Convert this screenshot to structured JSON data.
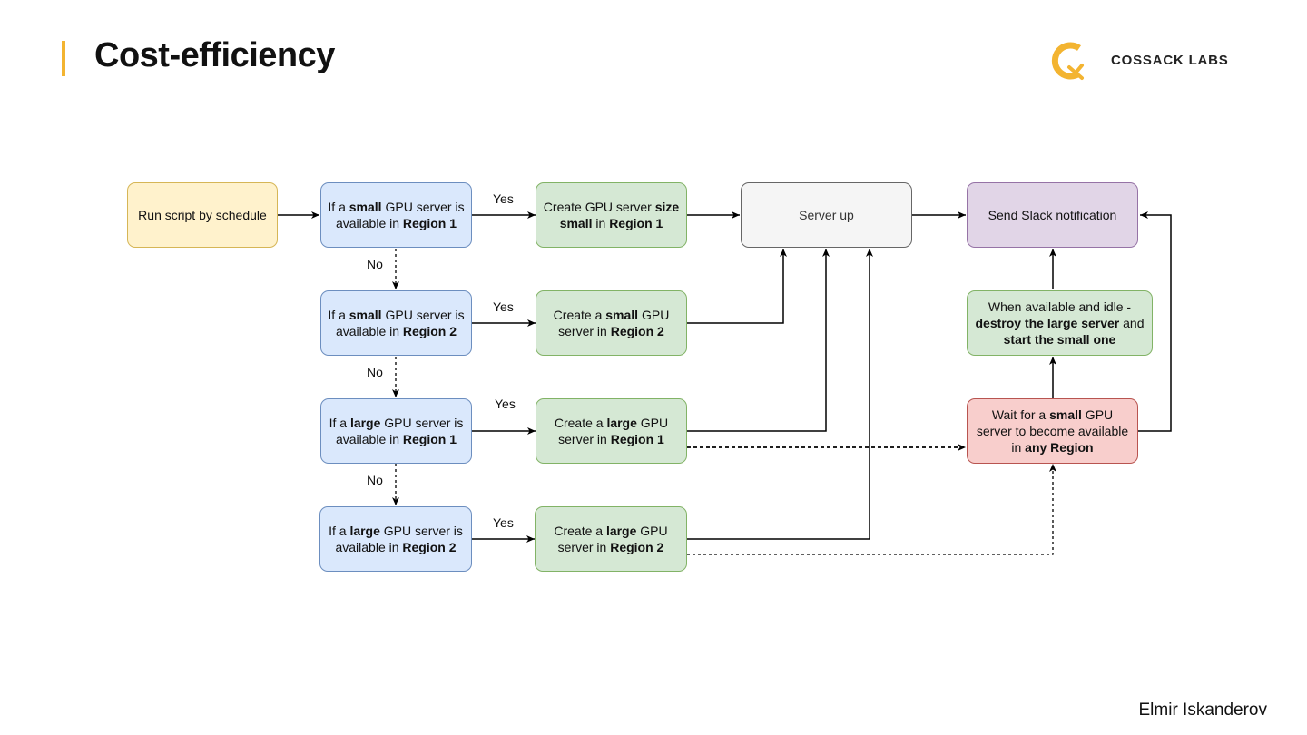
{
  "header": {
    "title": "Cost-efficiency",
    "brand": "COSSACK LABS",
    "accent_color": "#f3b431",
    "logo_icon": "cossack-labs-logo"
  },
  "footer": {
    "author": "Elmir Iskanderov"
  },
  "diagram": {
    "nodes": {
      "run": {
        "parts": [
          {
            "t": "Run script by schedule"
          }
        ]
      },
      "check1": {
        "parts": [
          {
            "t": "If a "
          },
          {
            "t": "small",
            "b": true
          },
          {
            "t": " GPU server is available in "
          },
          {
            "t": "Region 1",
            "b": true
          }
        ]
      },
      "check2": {
        "parts": [
          {
            "t": "If a "
          },
          {
            "t": "small",
            "b": true
          },
          {
            "t": " GPU server is available in "
          },
          {
            "t": "Region 2",
            "b": true
          }
        ]
      },
      "check3": {
        "parts": [
          {
            "t": "If a "
          },
          {
            "t": "large",
            "b": true
          },
          {
            "t": " GPU server is available in "
          },
          {
            "t": "Region 1",
            "b": true
          }
        ]
      },
      "check4": {
        "parts": [
          {
            "t": "If a "
          },
          {
            "t": "large",
            "b": true
          },
          {
            "t": " GPU server is available in "
          },
          {
            "t": "Region 2",
            "b": true
          }
        ]
      },
      "create1": {
        "parts": [
          {
            "t": "Create GPU server "
          },
          {
            "t": "size small",
            "b": true
          },
          {
            "t": " in "
          },
          {
            "t": "Region 1",
            "b": true
          }
        ]
      },
      "create2": {
        "parts": [
          {
            "t": "Create a "
          },
          {
            "t": "small",
            "b": true
          },
          {
            "t": " GPU server in "
          },
          {
            "t": "Region 2",
            "b": true
          }
        ]
      },
      "create3": {
        "parts": [
          {
            "t": "Create a "
          },
          {
            "t": "large",
            "b": true
          },
          {
            "t": " GPU server in "
          },
          {
            "t": "Region 1",
            "b": true
          }
        ]
      },
      "create4": {
        "parts": [
          {
            "t": "Create a "
          },
          {
            "t": "large",
            "b": true
          },
          {
            "t": " GPU server in "
          },
          {
            "t": "Region 2",
            "b": true
          }
        ]
      },
      "server_up": {
        "parts": [
          {
            "t": "Server up"
          }
        ]
      },
      "slack": {
        "parts": [
          {
            "t": "Send Slack notification"
          }
        ]
      },
      "swap": {
        "parts": [
          {
            "t": "When available and idle - "
          },
          {
            "t": "destroy the large server",
            "b": true
          },
          {
            "t": " and "
          },
          {
            "t": "start the small one",
            "b": true
          }
        ]
      },
      "wait": {
        "parts": [
          {
            "t": "Wait for a "
          },
          {
            "t": "small",
            "b": true
          },
          {
            "t": " GPU server to become available in "
          },
          {
            "t": "any Region",
            "b": true
          }
        ]
      }
    },
    "labels": {
      "yes1": "Yes",
      "yes2": "Yes",
      "yes3": "Yes",
      "yes4": "Yes",
      "no1": "No",
      "no2": "No",
      "no3": "No"
    }
  }
}
